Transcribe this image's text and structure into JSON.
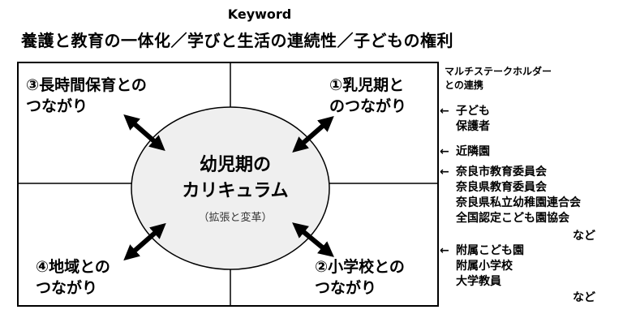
{
  "header": {
    "keyword": "Keyword",
    "title": "養護と教育の一体化／学びと生活の連続性／子どもの権利"
  },
  "quadrants": {
    "top_left": "③長時間保育との\nつながり",
    "top_right": "①乳児期と\nのつながり",
    "bottom_left": "④地域との\nつながり",
    "bottom_right": "②小学校との\nつながり"
  },
  "center": {
    "title": "幼児期の\nカリキュラム",
    "subtitle": "（拡張と変革）"
  },
  "stakeholders": {
    "heading": "マルチステークホルダー\nとの連携",
    "groups": [
      {
        "arrow": "←",
        "text": "子ども\n保護者"
      },
      {
        "arrow": "←",
        "text": "近隣園"
      },
      {
        "arrow": "←",
        "text": "奈良市教育委員会\n奈良県教育委員会\n奈良県私立幼稚園連合会\n全国認定こども園協会"
      },
      {
        "arrow": "←",
        "text": "附属こども園\n附属小学校\n大学教員"
      }
    ],
    "etc1": "など",
    "etc2": "など"
  },
  "colors": {
    "ellipse_fill": "#efefef",
    "stroke": "#000000"
  }
}
